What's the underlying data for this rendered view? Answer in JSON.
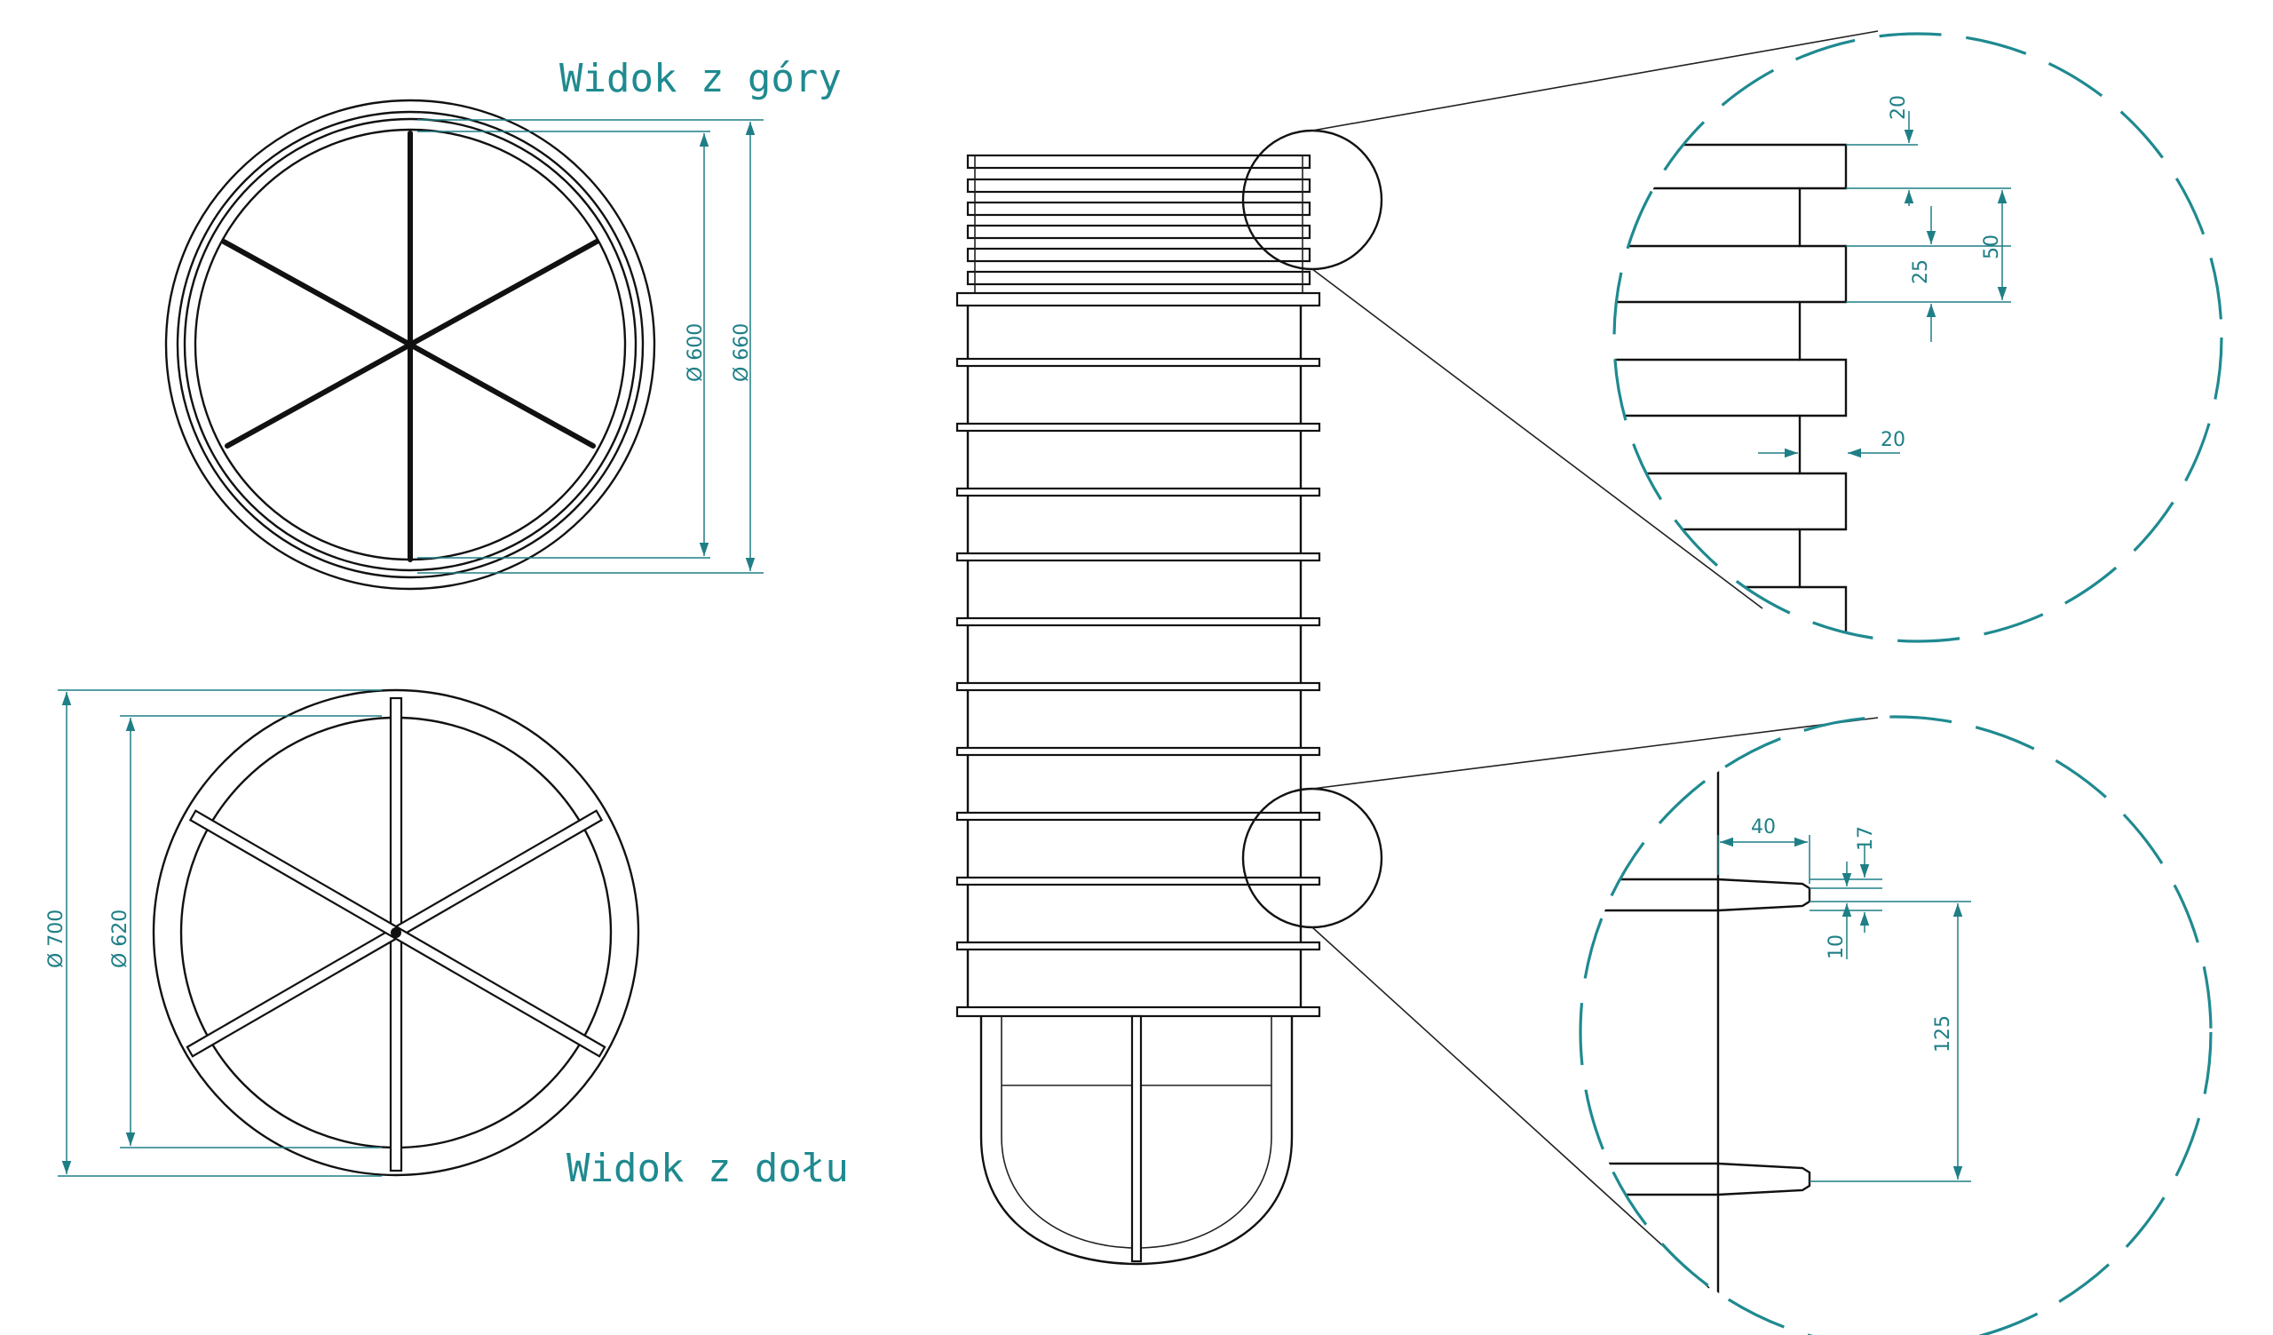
{
  "titles": {
    "top_view": "Widok z góry",
    "bottom_view": "Widok z dołu"
  },
  "dimensions": {
    "top_inner": "Ø 600",
    "top_outer": "Ø 660",
    "bottom_outer": "Ø 700",
    "bottom_inner": "Ø 620",
    "detail_top": {
      "step": "20",
      "pitch": "50",
      "thickness": "25",
      "depth": "20"
    },
    "detail_bottom": {
      "flange_length": "40",
      "flange_thickness": "17",
      "tip_thickness": "10",
      "spacing": "125"
    }
  },
  "colors": {
    "line": "#111111",
    "dimension": "#1f7f86",
    "title": "#1f8a90"
  }
}
